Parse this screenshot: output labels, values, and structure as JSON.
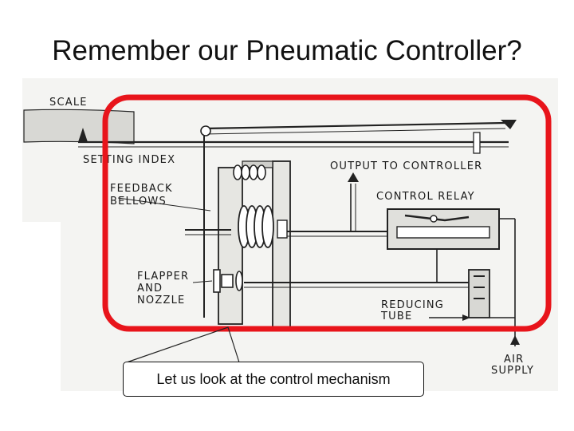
{
  "slide": {
    "title": "Remember our Pneumatic Controller?"
  },
  "diagram": {
    "labels": {
      "scale": "SCALE",
      "setting_index": "SETTING INDEX",
      "feedback_bellows_1": "FEEDBACK",
      "feedback_bellows_2": "BELLOWS",
      "output": "OUTPUT TO CONTROLLER",
      "control_relay": "CONTROL RELAY",
      "flapper_1": "FLAPPER",
      "flapper_2": "AND",
      "flapper_3": "NOZZLE",
      "reducing_1": "REDUCING",
      "reducing_2": "TUBE",
      "air_1": "AIR",
      "air_2": "SUPPLY"
    },
    "highlight_color": "#e8141b"
  },
  "callout": {
    "text": "Let us look at the control mechanism"
  }
}
